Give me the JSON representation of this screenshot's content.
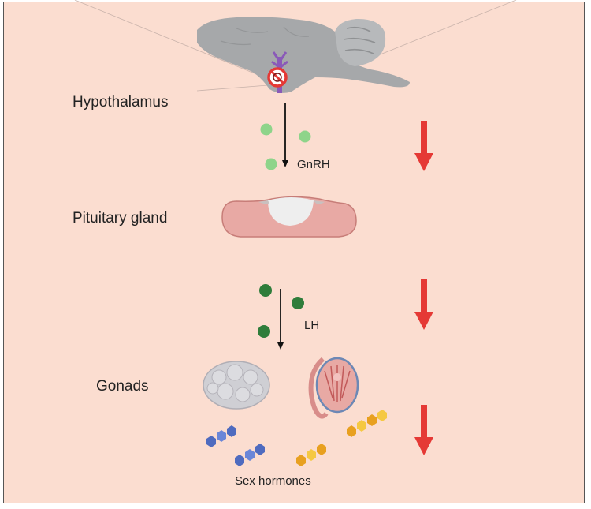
{
  "labels": {
    "hypothalamus": "Hypothalamus",
    "gnrh": "GnRH",
    "pituitary": "Pituitary gland",
    "lh": "LH",
    "gonads": "Gonads",
    "sex_hormones": "Sex hormones"
  },
  "colors": {
    "background": "#fbddd0",
    "brain": "#a6a8aa",
    "gnrh_dots": "#8ed48a",
    "lh_dots": "#2f7d3b",
    "down_arrow": "#e53935",
    "pituitary": "#e8a9a4",
    "inhibit_sign": "#e53935",
    "neuron": "#8a5ab8",
    "hormone_blue": "#4f6bbf",
    "hormone_orange": "#e8a020",
    "hormone_yellow": "#f5c842"
  },
  "icons": {
    "brain": "brain-icon",
    "inhibit": "prohibition-icon",
    "pituitary": "pituitary-gland-icon",
    "ovary": "ovary-icon",
    "testis": "testis-icon",
    "decrease": "down-arrow-icon"
  }
}
